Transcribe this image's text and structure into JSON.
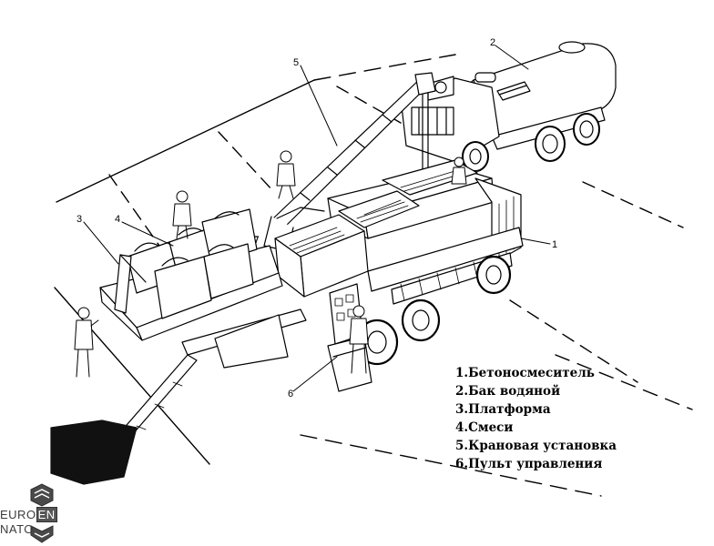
{
  "callouts": [
    "1",
    "2",
    "3",
    "4",
    "5",
    "6"
  ],
  "legend": [
    "1.Бетоносмеситель",
    "2.Бак водяной",
    "3.Платформа",
    "4.Смеси",
    "5.Крановая установка",
    "6.Пульт управления"
  ],
  "logo": {
    "left": "EURO",
    "mid": "EN",
    "right": "NATO"
  },
  "colors": {
    "ink": "#000000",
    "paper": "#ffffff",
    "logo": "#4a4a4a"
  }
}
